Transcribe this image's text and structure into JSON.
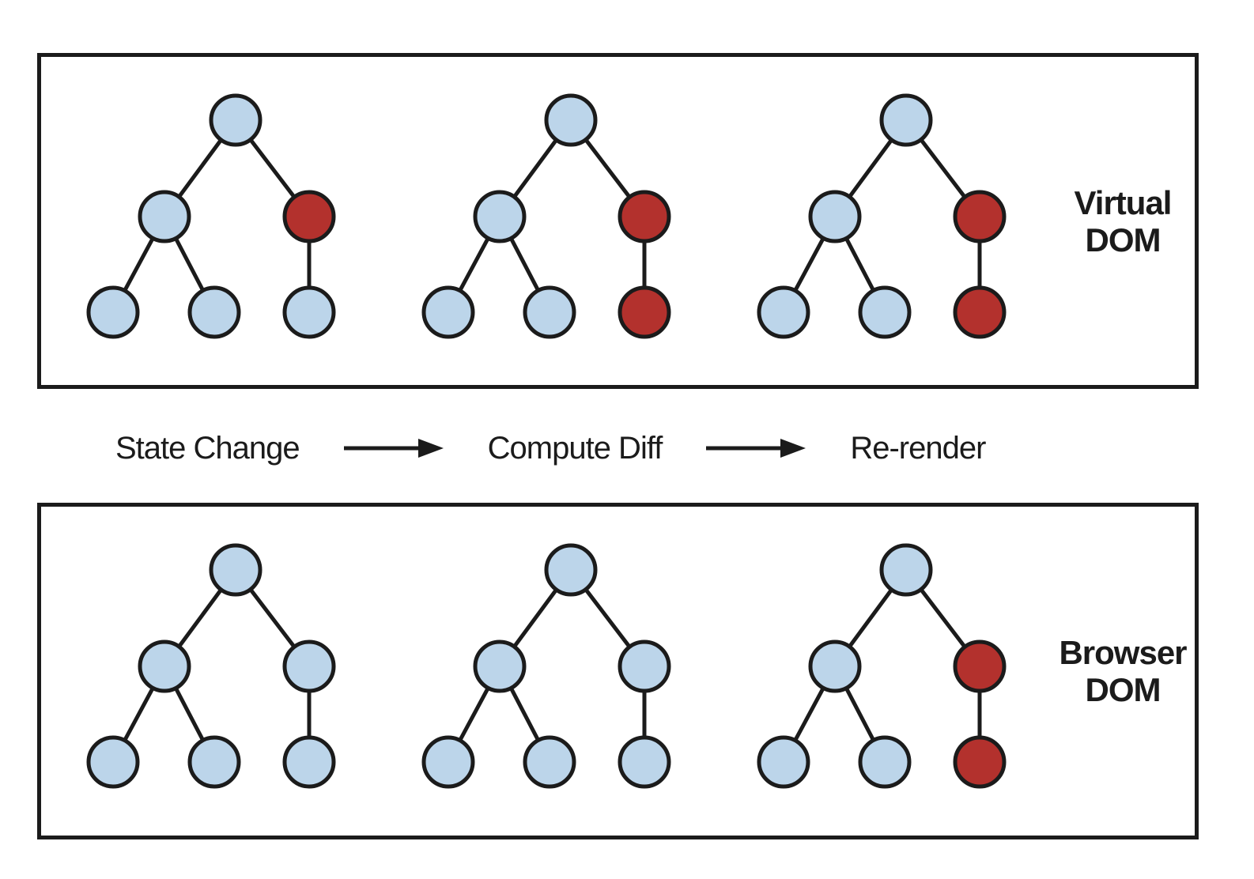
{
  "colors": {
    "blue": "#bcd5ea",
    "red": "#b3312d",
    "stroke": "#1b1b1b",
    "box_border": "#1b1b1b",
    "text": "#1b1b1b",
    "background": "#ffffff"
  },
  "node_order": [
    "root",
    "left-child",
    "right-child",
    "left-left-leaf",
    "left-right-leaf",
    "right-child-leaf"
  ],
  "panels": [
    {
      "id": "virtual-dom",
      "label_lines": [
        "Virtual",
        "DOM"
      ],
      "trees": [
        {
          "node_colors": [
            "blue",
            "blue",
            "red",
            "blue",
            "blue",
            "blue"
          ]
        },
        {
          "node_colors": [
            "blue",
            "blue",
            "red",
            "blue",
            "blue",
            "red"
          ]
        },
        {
          "node_colors": [
            "blue",
            "blue",
            "red",
            "blue",
            "blue",
            "red"
          ]
        }
      ]
    },
    {
      "id": "browser-dom",
      "label_lines": [
        "Browser",
        "DOM"
      ],
      "trees": [
        {
          "node_colors": [
            "blue",
            "blue",
            "blue",
            "blue",
            "blue",
            "blue"
          ]
        },
        {
          "node_colors": [
            "blue",
            "blue",
            "blue",
            "blue",
            "blue",
            "blue"
          ]
        },
        {
          "node_colors": [
            "blue",
            "blue",
            "red",
            "blue",
            "blue",
            "red"
          ]
        }
      ]
    }
  ],
  "flow": {
    "labels": [
      "State Change",
      "Compute Diff",
      "Re-render"
    ]
  }
}
